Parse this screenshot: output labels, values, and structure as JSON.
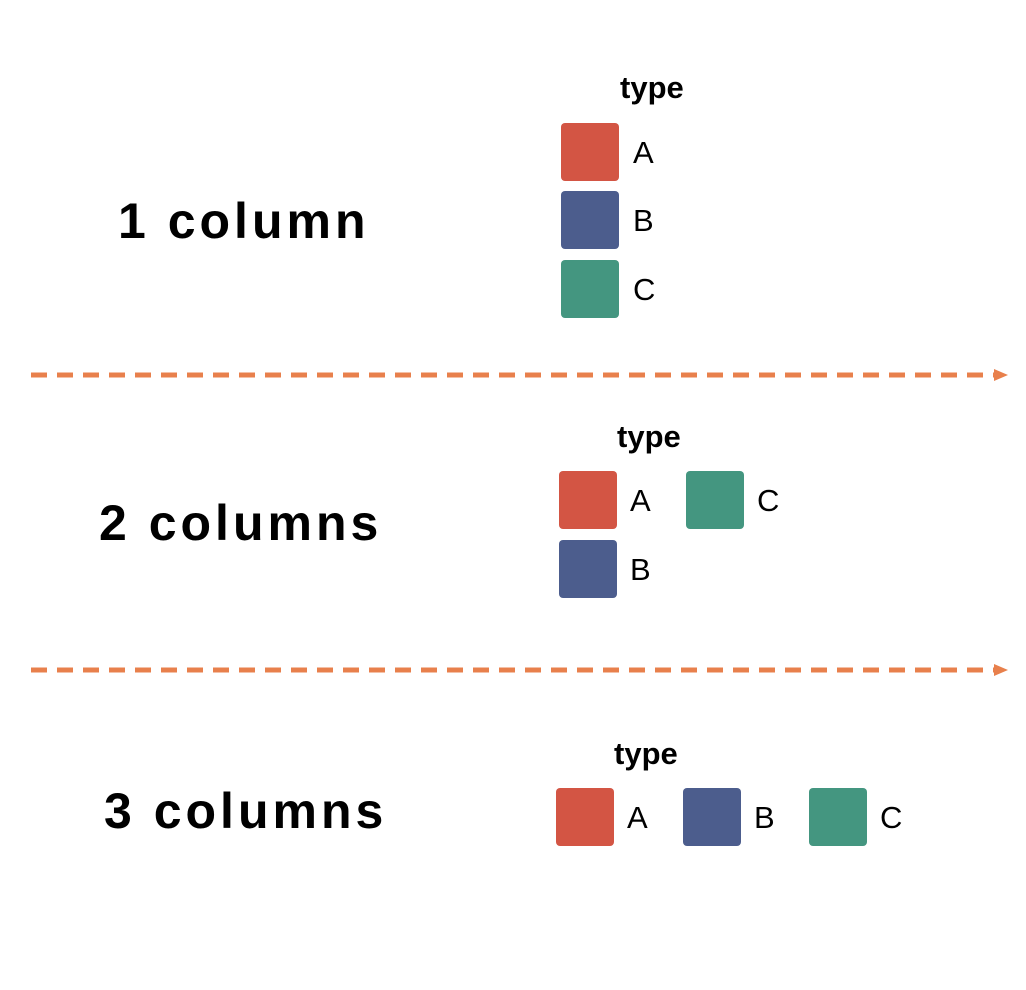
{
  "colors": {
    "A": "#d35544",
    "B": "#4c5d8d",
    "C": "#449680",
    "divider": "#e8804c"
  },
  "panels": [
    {
      "label": "1 column",
      "legend": {
        "title": "type",
        "keys": [
          {
            "label": "A",
            "color_key": "A"
          },
          {
            "label": "B",
            "color_key": "B"
          },
          {
            "label": "C",
            "color_key": "C"
          }
        ]
      }
    },
    {
      "label": "2 columns",
      "legend": {
        "title": "type",
        "keys": [
          {
            "label": "A",
            "color_key": "A"
          },
          {
            "label": "B",
            "color_key": "B"
          },
          {
            "label": "C",
            "color_key": "C"
          }
        ]
      }
    },
    {
      "label": "3 columns",
      "legend": {
        "title": "type",
        "keys": [
          {
            "label": "A",
            "color_key": "A"
          },
          {
            "label": "B",
            "color_key": "B"
          },
          {
            "label": "C",
            "color_key": "C"
          }
        ]
      }
    }
  ]
}
